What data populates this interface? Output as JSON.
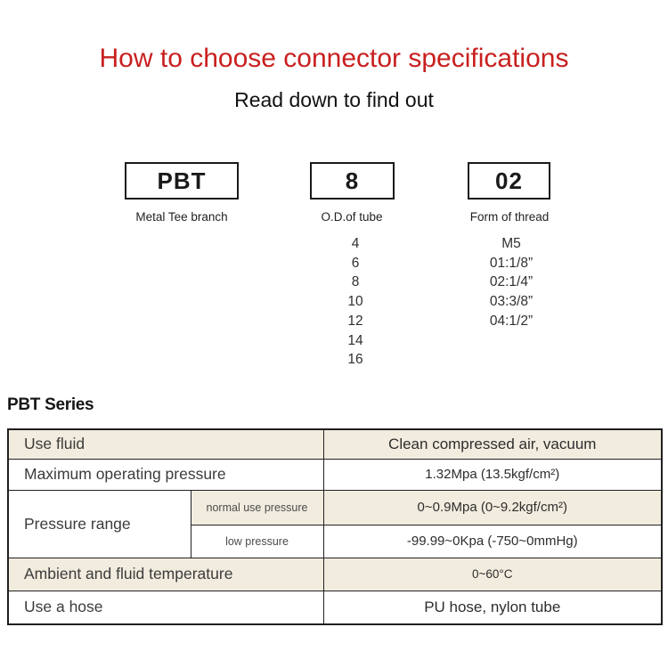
{
  "page": {
    "title": "How to choose connector specifications",
    "subtitle": "Read down to find out"
  },
  "selector": {
    "boxes": [
      {
        "code": "PBT",
        "caption": "Metal Tee branch"
      },
      {
        "code": "8",
        "caption": "O.D.of tube"
      },
      {
        "code": "02",
        "caption": "Form of thread"
      }
    ],
    "tube_sizes": [
      "4",
      "6",
      "8",
      "10",
      "12",
      "14",
      "16"
    ],
    "thread_forms": [
      "M5",
      "01:1/8”",
      "02:1/4”",
      "03:3/8”",
      "04:1/2”"
    ]
  },
  "series": {
    "heading": "PBT Series",
    "table": {
      "use_fluid": {
        "label": "Use fluid",
        "value": "Clean compressed air, vacuum"
      },
      "max_pressure": {
        "label": "Maximum operating pressure",
        "value": "1.32Mpa (13.5kgf/cm²)"
      },
      "pressure_range": {
        "label": "Pressure range",
        "normal": {
          "label": "normal use pressure",
          "value": "0~0.9Mpa (0~9.2kgf/cm²)"
        },
        "low": {
          "label": "low pressure",
          "value": "-99.99~0Kpa (-750~0mmHg)"
        }
      },
      "ambient_temp": {
        "label": "Ambient and fluid temperature",
        "value": "0~60°C"
      },
      "hose": {
        "label": "Use a hose",
        "value": "PU hose, nylon tube"
      }
    }
  },
  "colors": {
    "title_red": "#c8201f",
    "row_beige": "#f2ecdf",
    "border_dark": "#222222"
  }
}
